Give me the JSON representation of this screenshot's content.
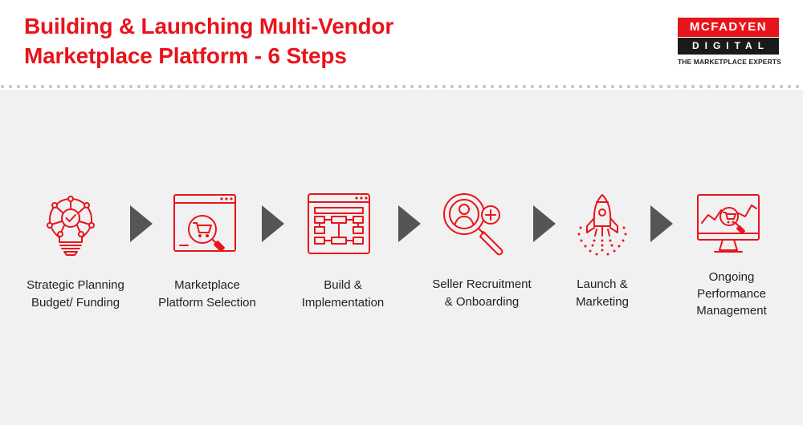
{
  "header": {
    "title_line1": "Building & Launching Multi-Vendor",
    "title_line2": "Marketplace Platform - 6 Steps"
  },
  "logo": {
    "name_top": "MCFADYEN",
    "name_bottom": "DIGITAL",
    "tagline": "THE MARKETPLACE EXPERTS"
  },
  "colors": {
    "accent": "#e8141c",
    "arrow": "#555555",
    "background": "#f1f1f1"
  },
  "steps": [
    {
      "icon": "lightbulb-icon",
      "lines": [
        "Strategic Planning",
        "Budget/ Funding"
      ]
    },
    {
      "icon": "browser-cart-search-icon",
      "lines": [
        "Marketplace",
        "Platform Selection"
      ]
    },
    {
      "icon": "sitemap-window-icon",
      "lines": [
        "Build &",
        "Implementation"
      ]
    },
    {
      "icon": "user-search-add-icon",
      "lines": [
        "Seller Recruitment",
        "& Onboarding"
      ]
    },
    {
      "icon": "rocket-icon",
      "lines": [
        "Launch &",
        "Marketing"
      ]
    },
    {
      "icon": "monitor-chart-icon",
      "lines": [
        "Ongoing",
        "Performance",
        "Management"
      ]
    }
  ]
}
